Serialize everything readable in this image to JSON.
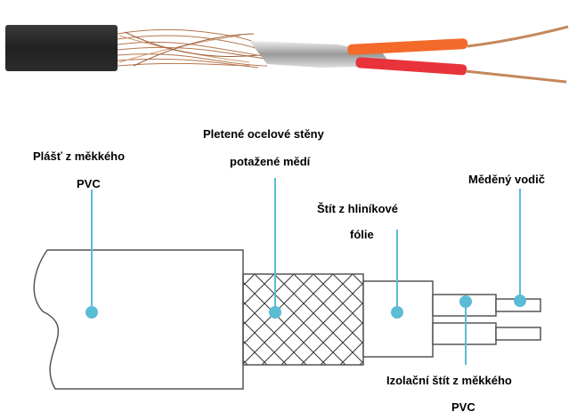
{
  "photo": {
    "description": "Photograph of stripped shielded microphone cable with black PVC jacket, copper braid, aluminium foil and two insulated conductors (orange and red)",
    "colors": {
      "jacket": "#2a2a2a",
      "braid": "#b87a55",
      "foil": "#c9c9c9",
      "wire1_insulation": "#f36a2a",
      "wire2_insulation": "#e8333a",
      "copper": "#c4885c"
    }
  },
  "diagram": {
    "line_color": "#555555",
    "pointer_color": "#5bbcd6"
  },
  "labels": [
    {
      "id": "jacket",
      "lines": [
        "Plášť z měkkého",
        "PVC"
      ]
    },
    {
      "id": "braid",
      "lines": [
        "Pletené ocelové stěny",
        "potažené mědí"
      ]
    },
    {
      "id": "foil",
      "lines": [
        "Štít z hliníkové",
        "fólie"
      ]
    },
    {
      "id": "conductor",
      "lines": [
        "Měděný vodič"
      ]
    },
    {
      "id": "insulation",
      "lines": [
        "Izolační štít z měkkého",
        "PVC"
      ]
    }
  ]
}
